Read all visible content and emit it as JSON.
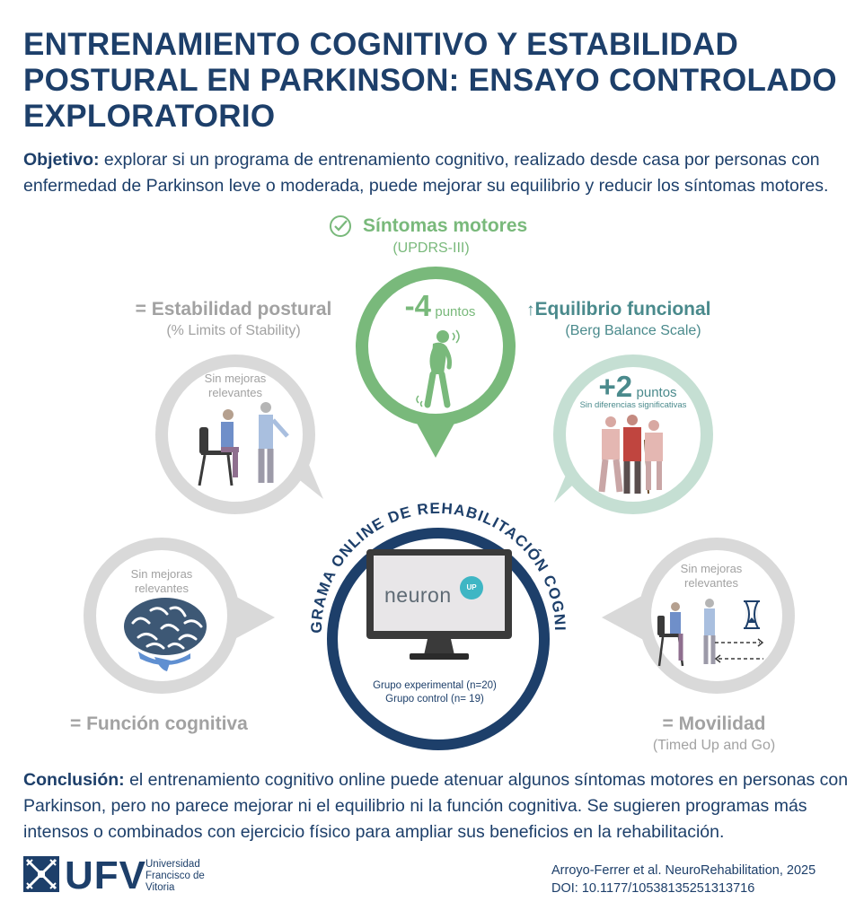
{
  "title": "ENTRENAMIENTO COGNITIVO Y ESTABILIDAD POSTURAL EN PARKINSON: ENSAYO CONTROLADO EXPLORATORIO",
  "objective": {
    "label": "Objetivo:",
    "text": " explorar si un programa de entrenamiento cognitivo, realizado desde casa por personas con enfermedad de Parkinson leve o moderada, puede mejorar su equilibrio y reducir los síntomas motores."
  },
  "motor": {
    "title": "Síntomas motores",
    "subtitle": "(UPDRS-III)",
    "value": "-4",
    "unit": "puntos",
    "icon": "check-circle-icon",
    "color": "#79b97b"
  },
  "postural": {
    "title": "= Estabilidad postural",
    "subtitle": "(% Limits of Stability)",
    "bubble_text_1": "Sin mejoras",
    "bubble_text_2": "relevantes"
  },
  "balance": {
    "title": "Equilibrio funcional",
    "arrow": "↑",
    "subtitle": "(Berg Balance Scale)",
    "value": "+2",
    "unit": "puntos",
    "note": "Sin diferencias significativas",
    "color": "#4a8a8c"
  },
  "cognitive": {
    "title": "= Función cognitiva",
    "bubble_text_1": "Sin mejoras",
    "bubble_text_2": "relevantes"
  },
  "mobility": {
    "title": "= Movilidad",
    "subtitle": "(Timed Up and Go)",
    "bubble_text_1": "Sin mejoras",
    "bubble_text_2": "relevantes"
  },
  "program": {
    "arc_text": "PROGRAMA ONLINE DE REHABILITACIÓN COGNITIVA",
    "brand": "neuron",
    "brand_badge": "UP",
    "group_exp": "Grupo experimental (n=20)",
    "group_ctrl": "Grupo control (n= 19)",
    "color": "#1d3f6a"
  },
  "conclusion": {
    "label": "Conclusión:",
    "text": " el entrenamiento cognitivo online puede atenuar algunos síntomas motores en personas con Parkinson, pero no parece mejorar ni el equilibrio ni la función cognitiva. Se sugieren programas más intensos o combinados con ejercicio físico para ampliar sus beneficios en la rehabilitación."
  },
  "logo": {
    "name": "UFV",
    "line1": "Universidad",
    "line2": "Francisco de",
    "line3": "Vitoria"
  },
  "citation": {
    "line1": "Arroyo-Ferrer et al. NeuroRehabilitation, 2025",
    "line2": "DOI: 10.1177/10538135251313716"
  }
}
